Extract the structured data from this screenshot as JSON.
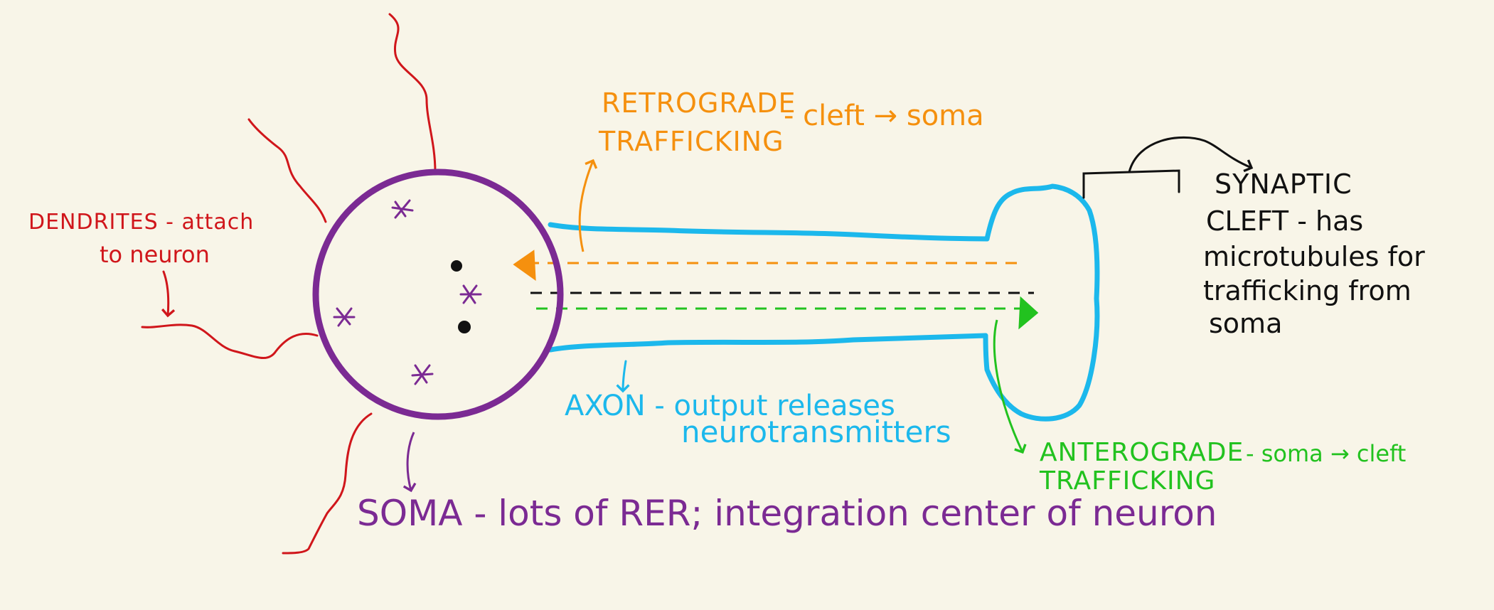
{
  "colors": {
    "background": "#f8f5e8",
    "dendrites": "#d0161b",
    "soma": "#7b2a93",
    "axon": "#1cb8ec",
    "retrograde": "#f5900e",
    "anterograde": "#22c21f",
    "synaptic_cleft": "#111111"
  },
  "labels": {
    "dendrites_line1": "DENDRITES - attach",
    "dendrites_line2": "to neuron",
    "retrograde_title_line1": "RETROGRADE",
    "retrograde_title_line2": "TRAFFICKING",
    "retrograde_detail": "- cleft → soma",
    "synaptic_line1": "SYNAPTIC",
    "synaptic_line2": "CLEFT - has",
    "synaptic_line3": "microtubules for",
    "synaptic_line4": "trafficking from",
    "synaptic_line5": "soma",
    "axon_line1": "AXON - output releases",
    "axon_line2": "neurotransmitters",
    "anterograde_title_line1": "ANTEROGRADE",
    "anterograde_title_line2": "TRAFFICKING",
    "anterograde_detail": "- soma → cleft",
    "soma_caption": "SOMA - lots of RER; integration center of neuron"
  }
}
